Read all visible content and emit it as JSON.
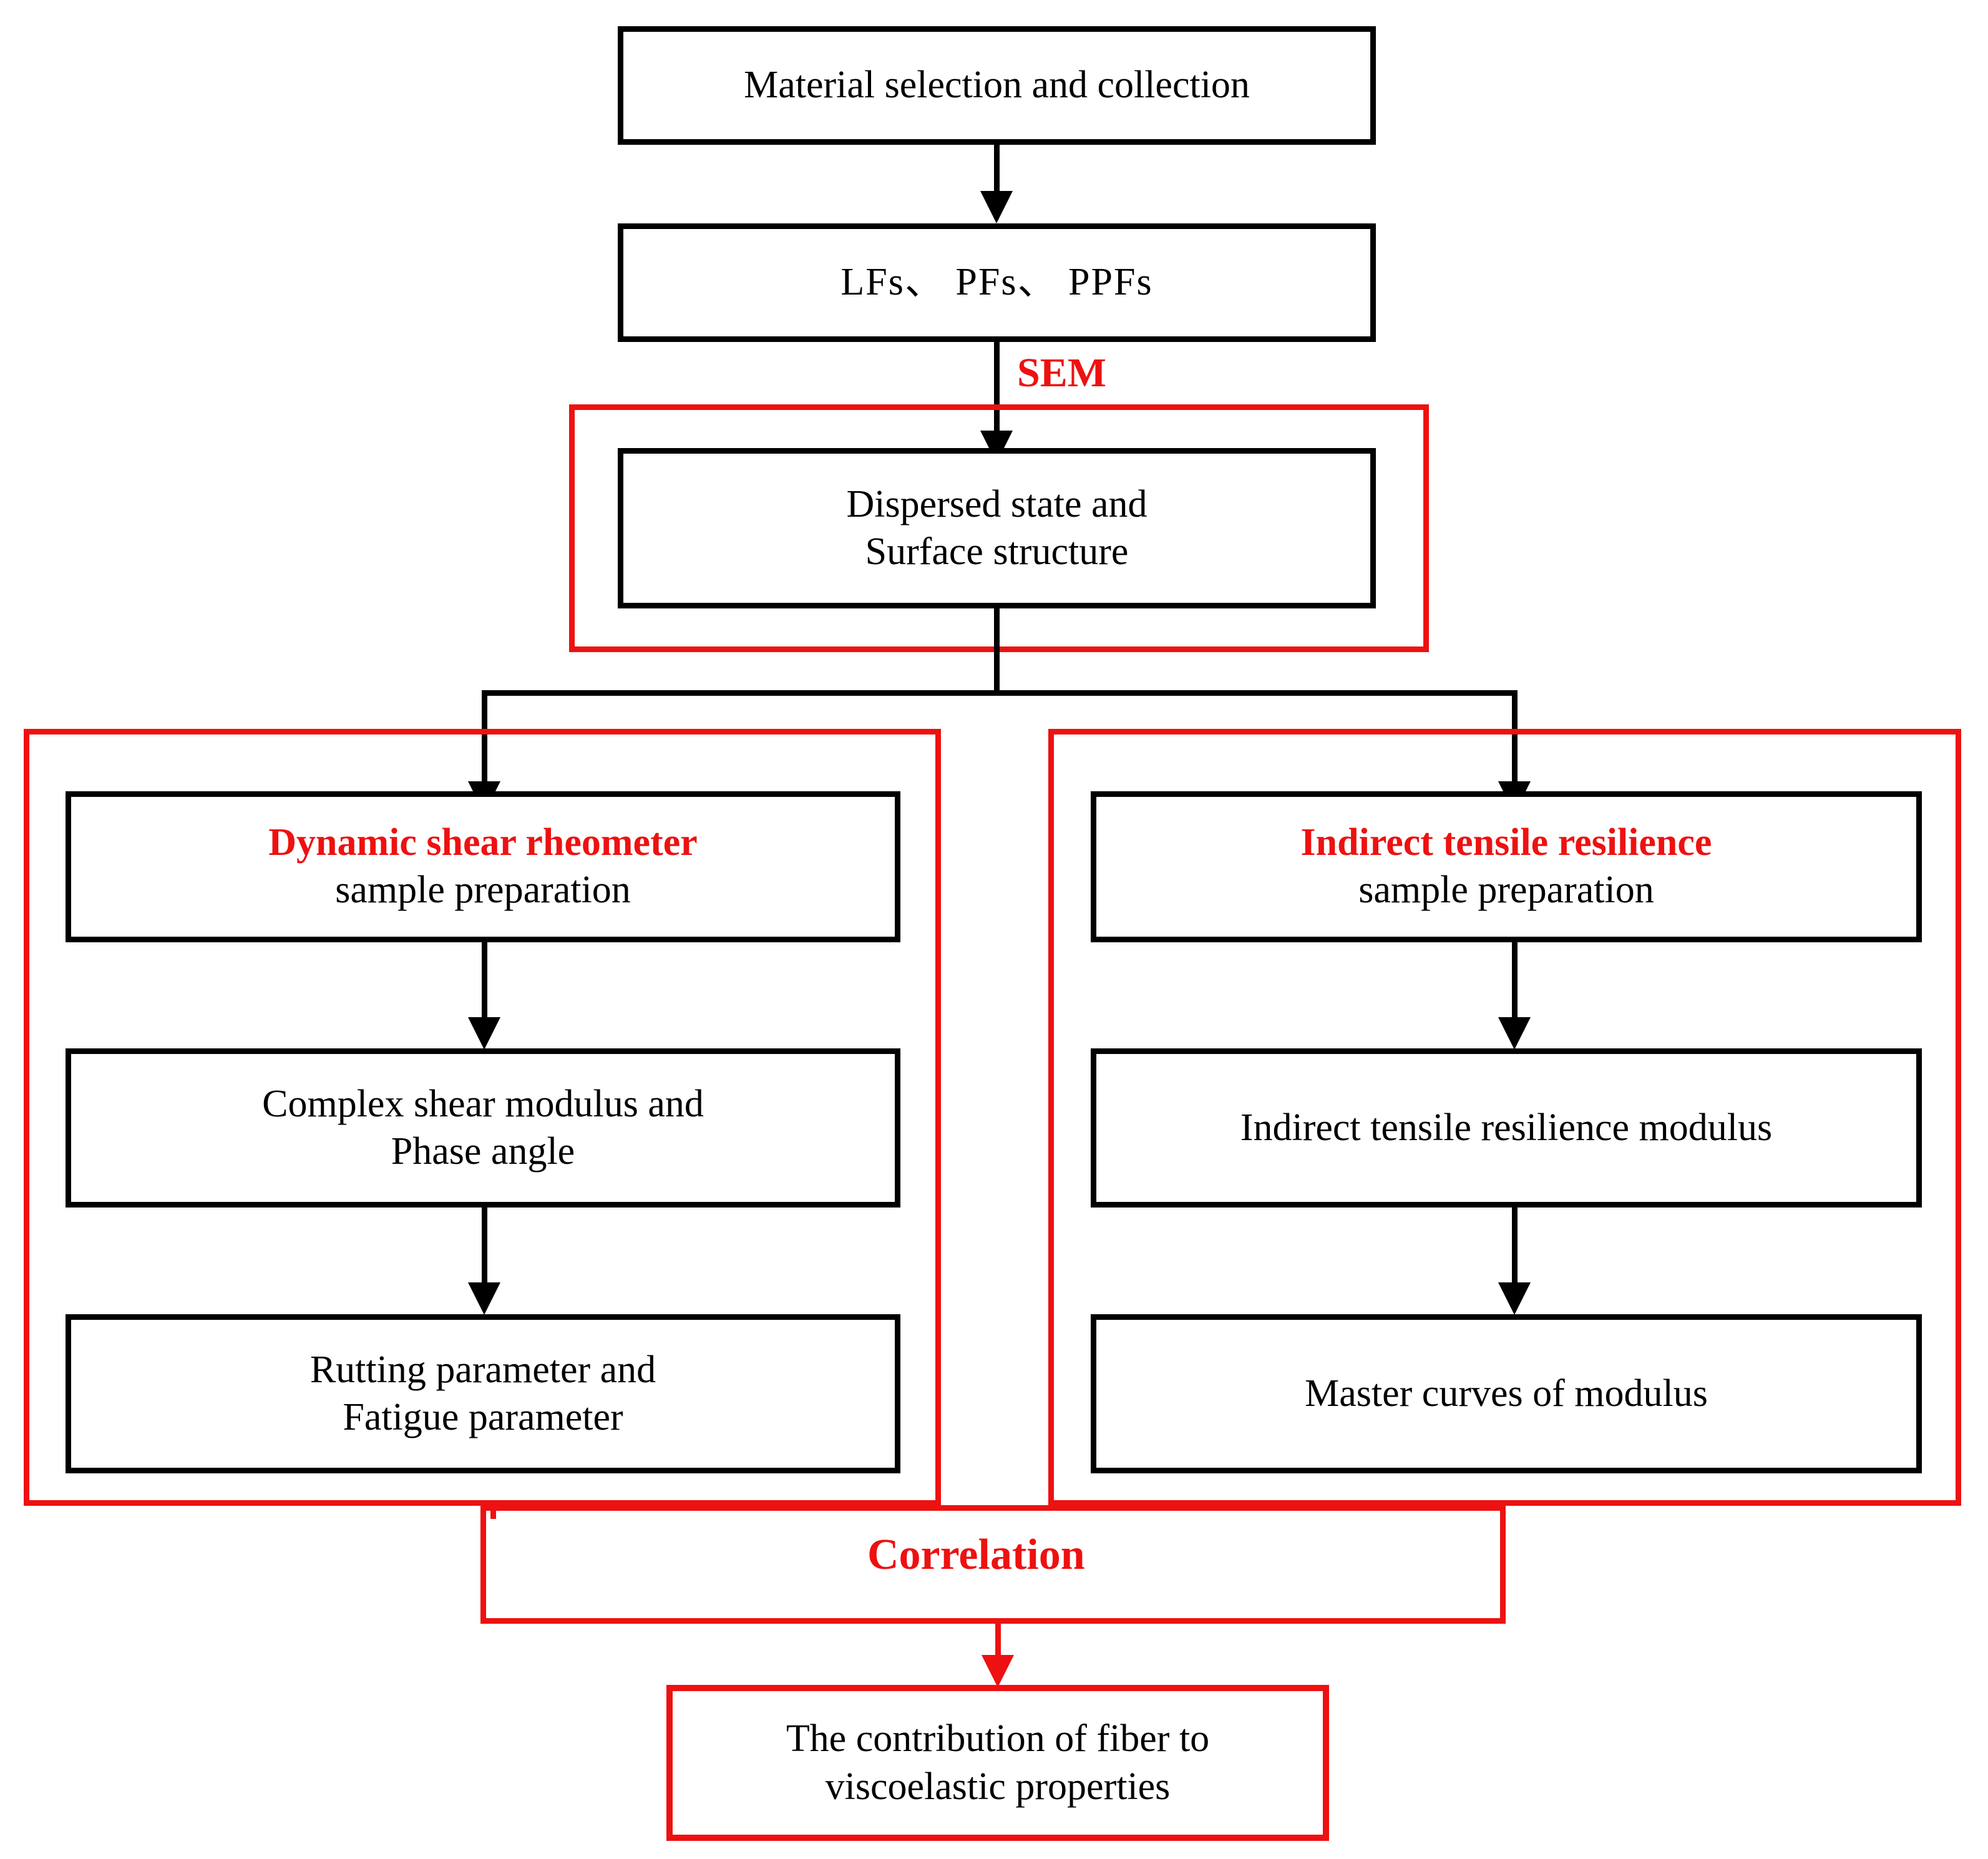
{
  "diagram": {
    "title_flow": "Research methodology flowchart",
    "accent_red": "#ee1111",
    "line_black": "#000000",
    "nodes": {
      "material_selection": "Material selection and collection",
      "fibers": "LFs、 PFs、 PPFs",
      "dispersed_line1": "Dispersed state and",
      "dispersed_line2": "Surface structure",
      "dsr_title": "Dynamic shear rheometer",
      "dsr_subtitle": "sample preparation",
      "complex_line1": "Complex shear modulus and",
      "complex_line2": "Phase angle",
      "rutting_line1": "Rutting parameter and",
      "rutting_line2": "Fatigue parameter",
      "itr_title": "Indirect tensile resilience",
      "itr_subtitle": "sample preparation",
      "itr_modulus": "Indirect tensile resilience modulus",
      "master_curves": "Master curves of modulus",
      "outcome_line1": "The contribution of fiber to",
      "outcome_line2": "viscoelastic properties"
    },
    "labels": {
      "sem": "SEM",
      "correlation": "Correlation"
    }
  }
}
